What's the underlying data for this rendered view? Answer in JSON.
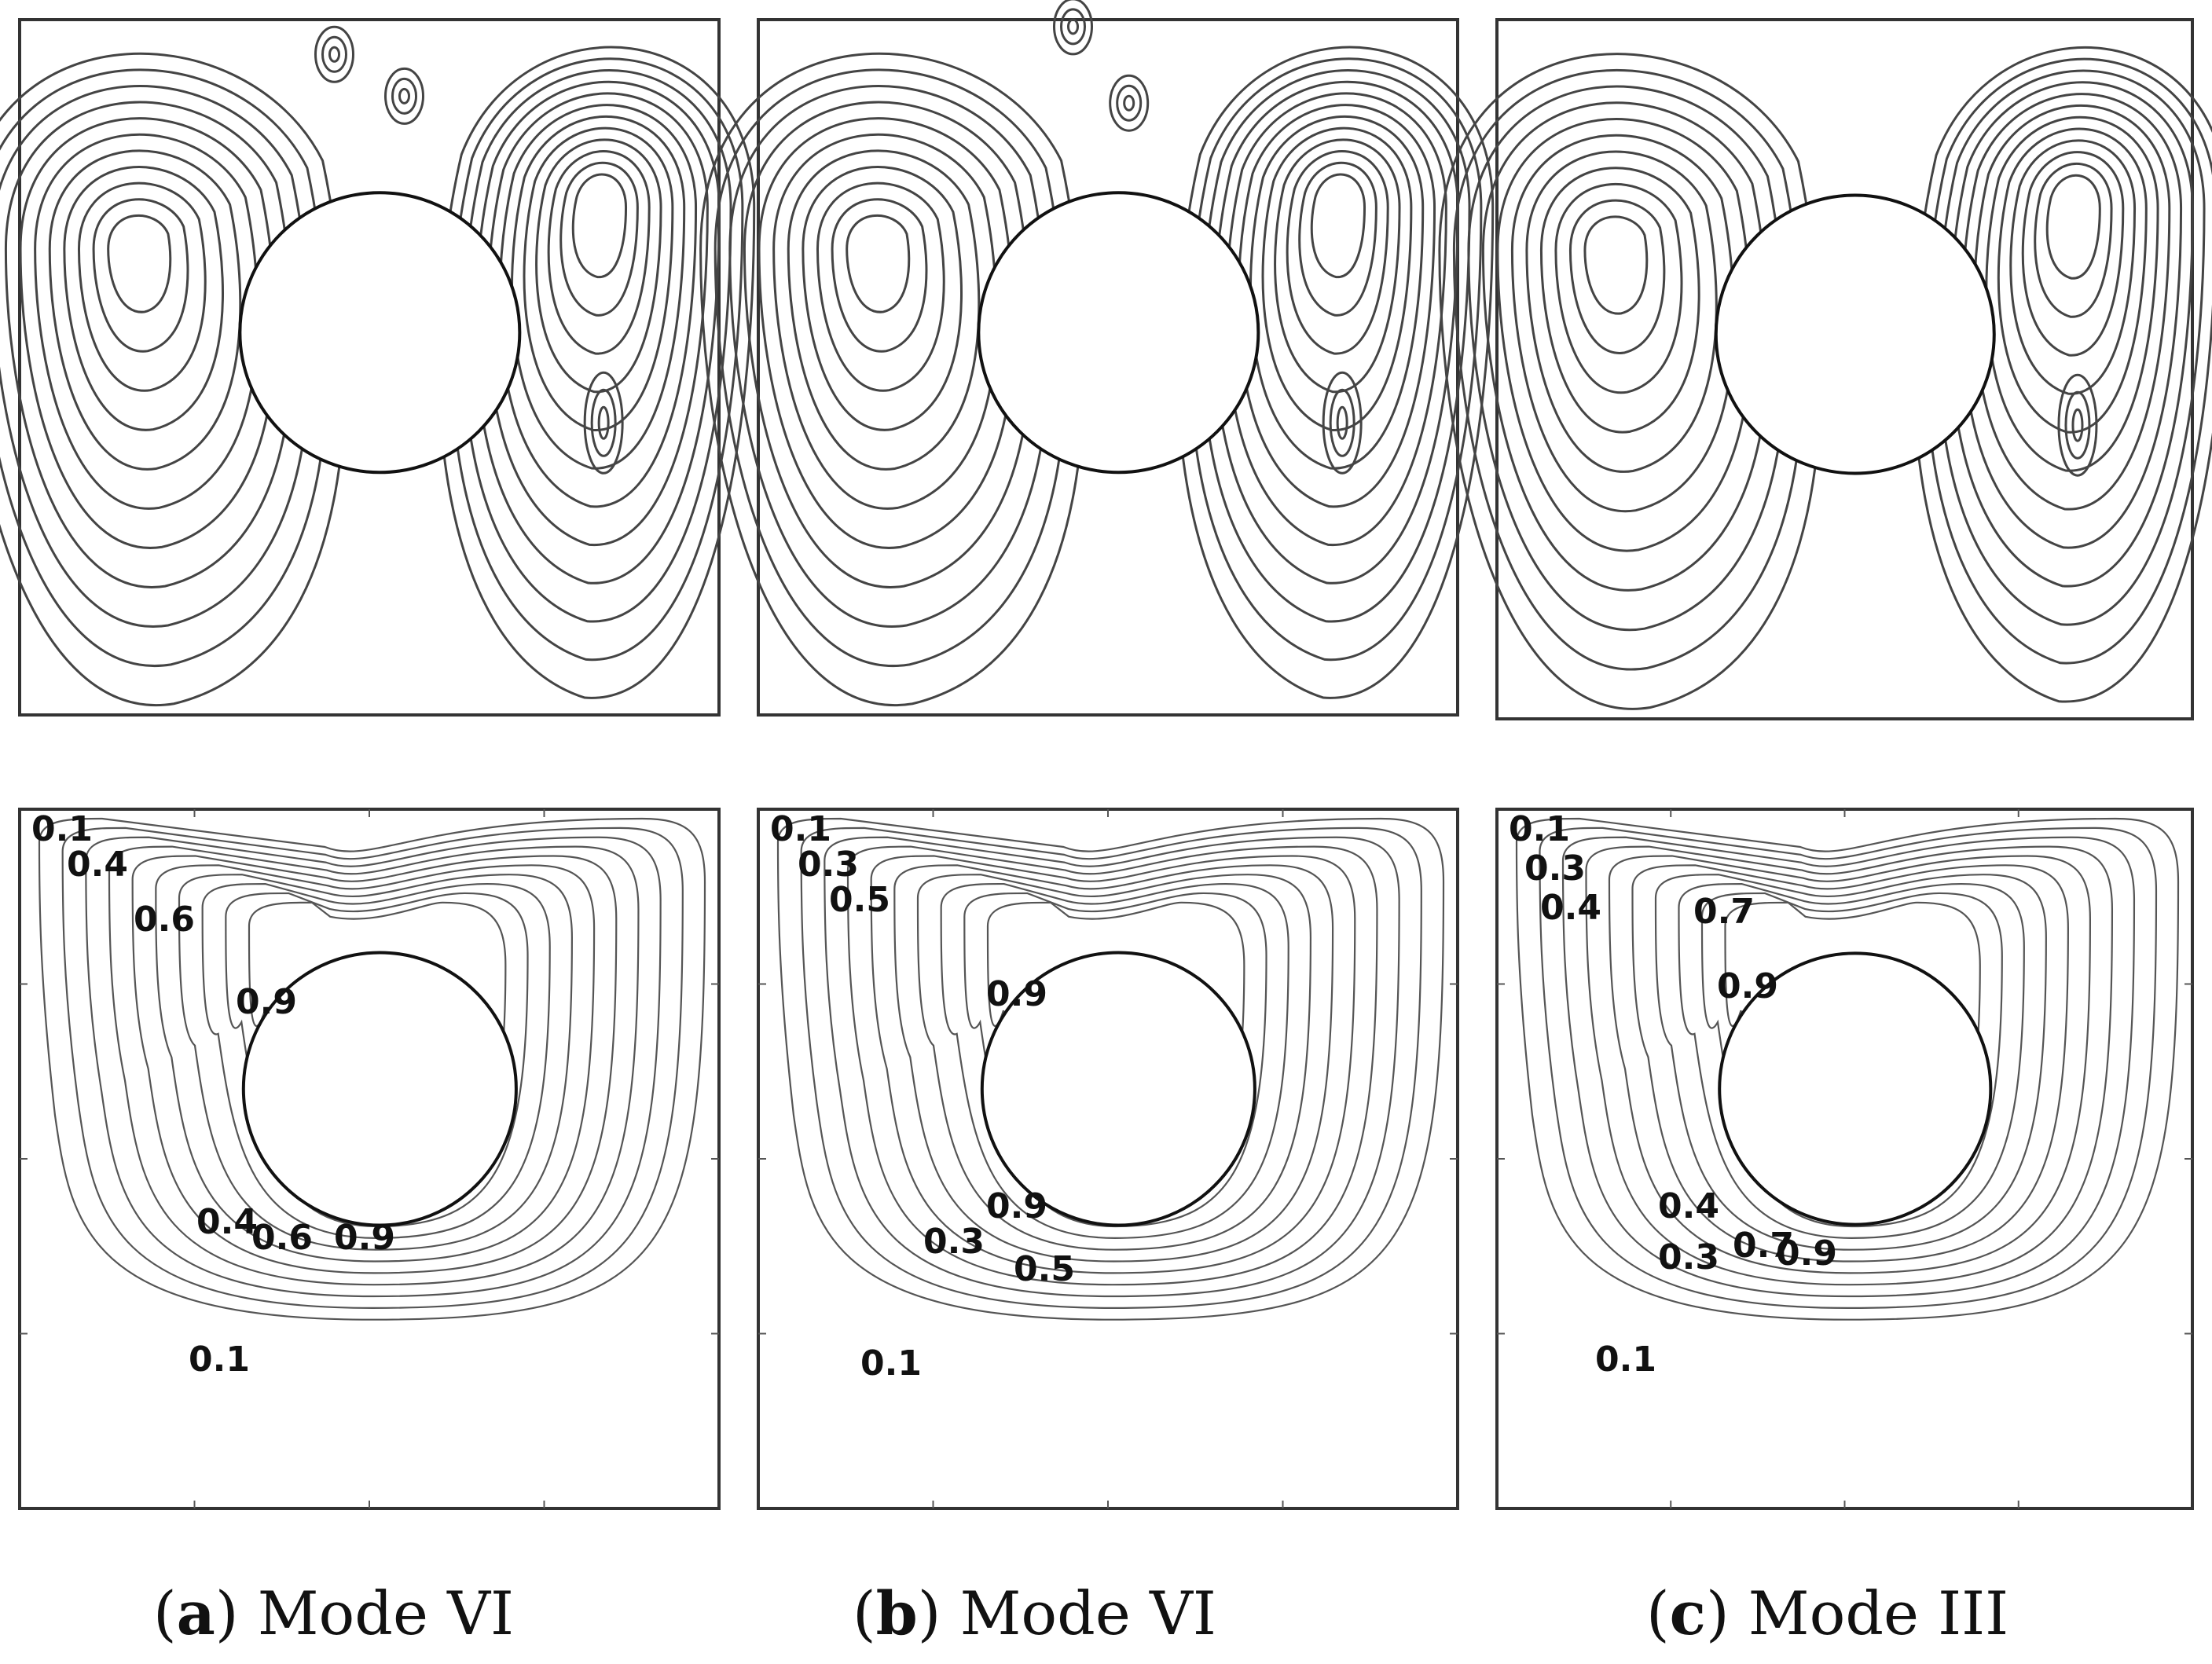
{
  "panels": [
    {
      "id": "a",
      "caption_letter": "a",
      "caption_text": "Mode VI",
      "isotherm_labels": [
        {
          "text": "0.1"
        },
        {
          "text": "0.4"
        },
        {
          "text": "0.6"
        },
        {
          "text": "0.9"
        },
        {
          "text": "0.4"
        },
        {
          "text": "0.6"
        },
        {
          "text": "0.9"
        },
        {
          "text": "0.1"
        }
      ]
    },
    {
      "id": "b",
      "caption_letter": "b",
      "caption_text": "Mode VI",
      "isotherm_labels": [
        {
          "text": "0.1"
        },
        {
          "text": "0.3"
        },
        {
          "text": "0.5"
        },
        {
          "text": "0.9"
        },
        {
          "text": "0.9"
        },
        {
          "text": "0.3"
        },
        {
          "text": "0.5"
        },
        {
          "text": "0.1"
        }
      ]
    },
    {
      "id": "c",
      "caption_letter": "c",
      "caption_text": "Mode III",
      "isotherm_labels": [
        {
          "text": "0.1"
        },
        {
          "text": "0.3"
        },
        {
          "text": "0.4"
        },
        {
          "text": "0.7"
        },
        {
          "text": "0.9"
        },
        {
          "text": "0.4"
        },
        {
          "text": "0.3"
        },
        {
          "text": "0.7"
        },
        {
          "text": "0.9"
        },
        {
          "text": "0.1"
        }
      ]
    }
  ]
}
